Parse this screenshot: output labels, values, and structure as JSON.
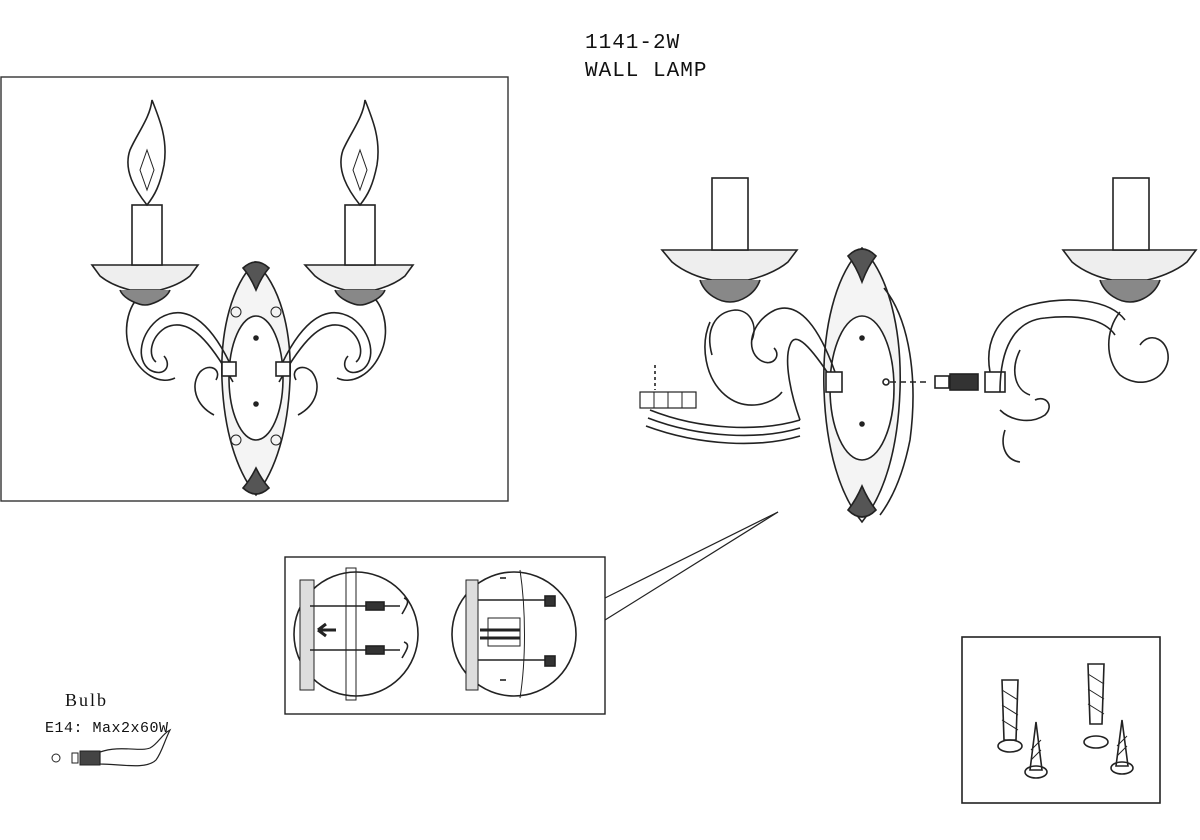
{
  "header": {
    "model": "1141-2W",
    "subtitle": "WALL LAMP"
  },
  "bulb": {
    "label": "Bulb",
    "spec": "E14: Max2x60W"
  },
  "icons": [
    "assembled-lamp-illustration",
    "exploded-lamp-illustration",
    "wiring-detail-illustration",
    "wall-anchors-and-screws",
    "candle-bulb-icon"
  ]
}
